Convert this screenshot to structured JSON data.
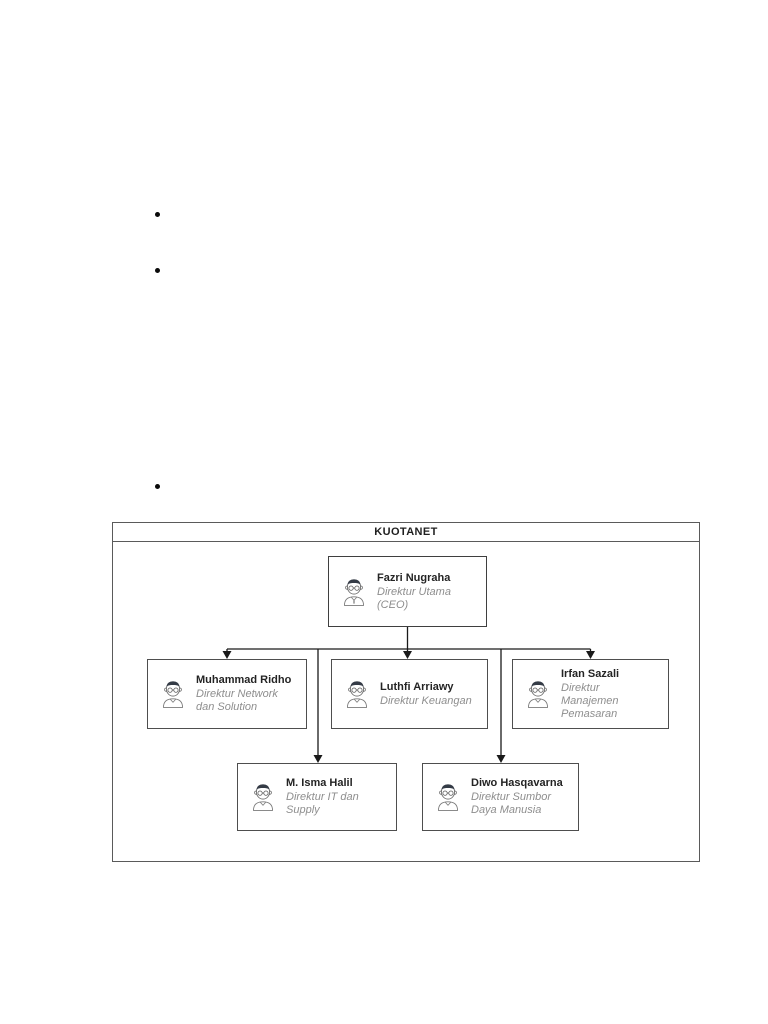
{
  "document": {
    "bullet_count": 3
  },
  "org_chart": {
    "title": "KUOTANET",
    "nodes": {
      "ceo": {
        "name": "Fazri Nugraha",
        "role": "Direktur Utama (CEO)"
      },
      "network": {
        "name": "Muhammad Ridho",
        "role": "Direktur Network dan Solution"
      },
      "finance": {
        "name": "Luthfi Arriawy",
        "role": "Direktur Keuangan"
      },
      "marketing": {
        "name": "Irfan Sazali",
        "role": "Direktur Manajemen Pemasaran"
      },
      "it_supply": {
        "name": "M. Isma Halil",
        "role": "Direktur IT dan Supply"
      },
      "hr": {
        "name": "Diwo Hasqavarna",
        "role": "Direktur Sumbor Daya Manusia"
      }
    },
    "icons": {
      "avatar": "person-avatar-icon"
    },
    "colors": {
      "frame_border": "#5a5a5a",
      "box_border": "#4e4e4e",
      "title_text": "#1f1f1f",
      "name_text": "#242424",
      "role_text": "#8e8e8e",
      "connector": "#1a1a1a",
      "bullet": "#0a0a0a",
      "page_background": "#ffffff"
    }
  }
}
